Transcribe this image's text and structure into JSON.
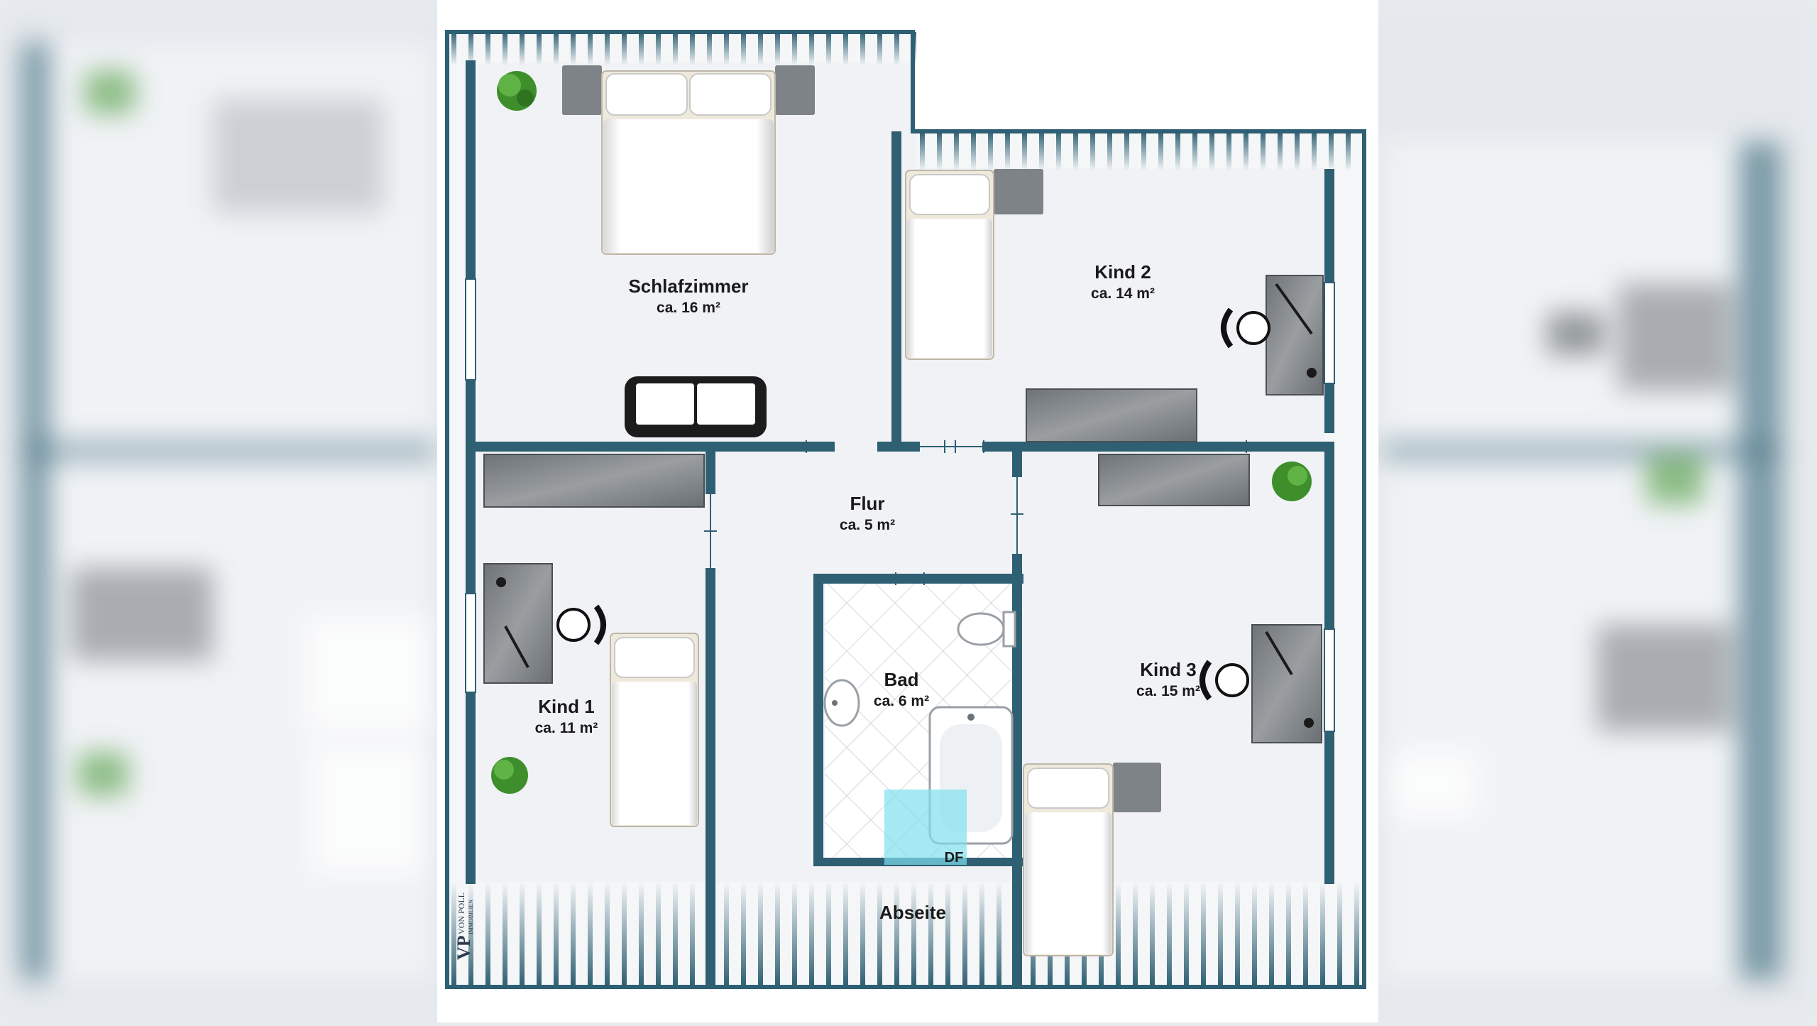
{
  "rooms": {
    "schlafzimmer": {
      "name": "Schlafzimmer",
      "area": "ca. 16 m²"
    },
    "kind2": {
      "name": "Kind 2",
      "area": "ca. 14 m²"
    },
    "flur": {
      "name": "Flur",
      "area": "ca. 5 m²"
    },
    "kind1": {
      "name": "Kind 1",
      "area": "ca. 11 m²"
    },
    "bad": {
      "name": "Bad",
      "area": "ca. 6 m²"
    },
    "kind3": {
      "name": "Kind 3",
      "area": "ca. 15 m²"
    },
    "abseite": {
      "name": "Abseite"
    }
  },
  "skylight_label": "DF",
  "logo": {
    "monogram": "VP",
    "name": "VON POLL",
    "sub": "IMMOBILIEN"
  },
  "colors": {
    "wall": "#2e5f72",
    "floor": "#f0f2f6",
    "tile_grid": "#b9c3cc",
    "furniture_gray": "#7e8387",
    "plant_green": "#3e8e2c",
    "skylight": "#7fe0ec"
  }
}
